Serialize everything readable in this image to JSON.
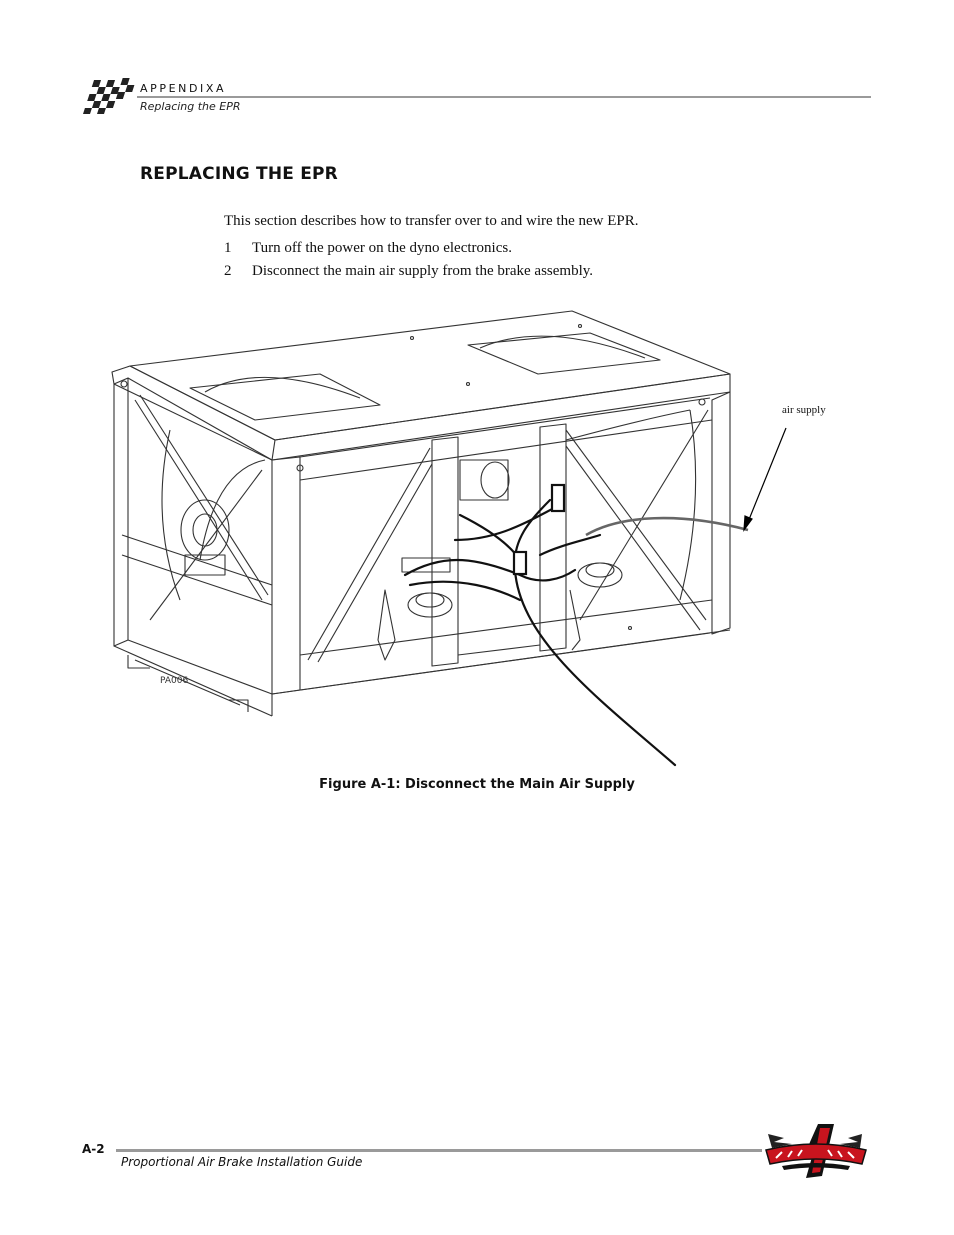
{
  "header": {
    "appendix_label": "APPENDIXA",
    "subtitle": "Replacing the EPR"
  },
  "section": {
    "title": "REPLACING THE EPR",
    "intro": "This section describes how to transfer over to and wire the new EPR.",
    "steps": [
      {
        "num": "1",
        "text": "Turn off the power on the dyno electronics."
      },
      {
        "num": "2",
        "text": "Disconnect the main air supply from the brake assembly."
      }
    ]
  },
  "figure": {
    "callout": "air supply",
    "drawing_code": "PA006",
    "caption": "Figure A-1: Disconnect the Main Air Supply"
  },
  "footer": {
    "page": "A-2",
    "guide_title": "Proportional Air Brake Installation Guide"
  },
  "colors": {
    "rule": "#9a9a9a",
    "logo_red": "#c8141e",
    "ink": "#111111"
  },
  "icons": {
    "header_flag": "checkered-flag-icon",
    "footer_logo": "dynojet-logo"
  }
}
